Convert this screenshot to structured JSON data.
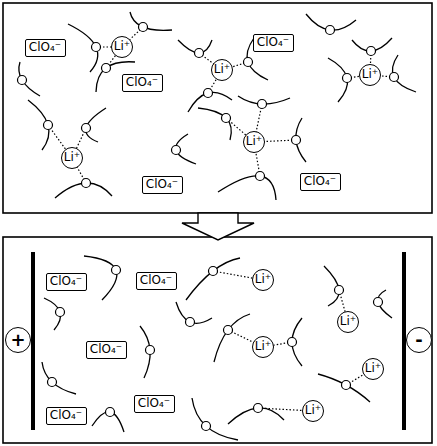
{
  "diagram": {
    "nodes": [
      {
        "text": [
          "ClO₄⁻"
        ]
      },
      {
        "text": [
          "Li⁺"
        ]
      },
      {
        "text": [
          "ClO₄⁻"
        ]
      },
      {
        "text": [
          "ClO₄⁻"
        ]
      },
      {
        "text": [
          "Li⁺"
        ]
      },
      {
        "text": [
          "Li⁺"
        ]
      },
      {
        "text": [
          "Li⁺"
        ]
      },
      {
        "text": [
          "Li⁺"
        ]
      },
      {
        "text": [
          "ClO₄⁻"
        ]
      },
      {
        "text": [
          "ClO₄⁻"
        ]
      },
      {
        "text": [
          "ClO₄⁻"
        ]
      },
      {
        "text": [
          "ClO₄⁻"
        ]
      },
      {
        "text": [
          "Li⁺"
        ]
      },
      {
        "text": [
          "Li⁺"
        ]
      },
      {
        "text": [
          "+"
        ]
      },
      {
        "text": [
          "ClO₄⁻"
        ]
      },
      {
        "text": [
          "Li⁺"
        ]
      },
      {
        "text": [
          "-"
        ]
      },
      {
        "text": [
          "Li⁺"
        ]
      },
      {
        "text": [
          "ClO₄⁻"
        ]
      },
      {
        "text": [
          "Li⁺"
        ]
      },
      {
        "text": [
          "ClO₄⁻"
        ]
      }
    ]
  }
}
